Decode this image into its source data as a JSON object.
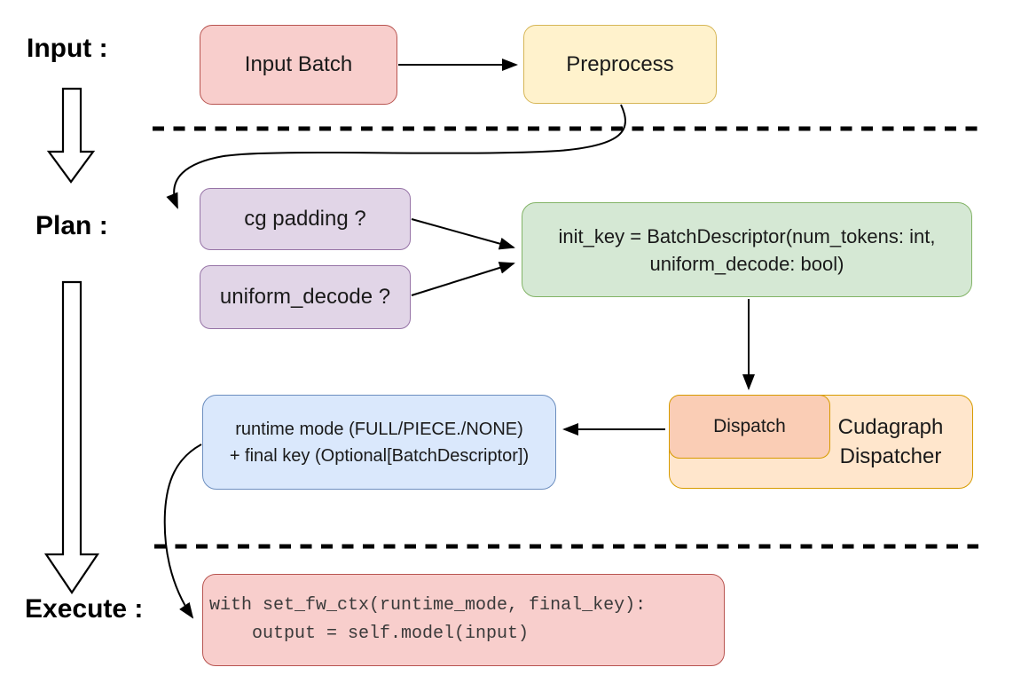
{
  "diagram": {
    "type": "flowchart",
    "stages": {
      "input_label": "Input :",
      "plan_label": "Plan :",
      "execute_label": "Execute :"
    },
    "nodes": {
      "input_batch": {
        "text": "Input Batch",
        "fill": "#F8CECC",
        "border": "#B85450"
      },
      "preprocess": {
        "text": "Preprocess",
        "fill": "#FFF2CC",
        "border": "#D6B656"
      },
      "cg_padding": {
        "text": "cg padding ?",
        "fill": "#E1D5E7",
        "border": "#9673A6"
      },
      "uniform_decode": {
        "text": "uniform_decode ?",
        "fill": "#E1D5E7",
        "border": "#9673A6"
      },
      "init_key": {
        "line1": "init_key = BatchDescriptor(num_tokens: int,",
        "line2": "uniform_decode: bool)",
        "fill": "#D5E8D4",
        "border": "#82B366"
      },
      "dispatch": {
        "text": "Dispatch",
        "fill": "#FACDB5",
        "border": "#D79B00"
      },
      "cudagraph_dispatcher": {
        "text": "Cudagraph Dispatcher",
        "fill": "#FFE6CC",
        "border": "#D79B00"
      },
      "runtime_mode": {
        "line1": "runtime mode (FULL/PIECE./NONE)",
        "line2": "+ final key (Optional[BatchDescriptor])",
        "fill": "#DAE8FC",
        "border": "#6C8EBF"
      },
      "execute_code": {
        "line1": "with set_fw_ctx(runtime_mode, final_key):",
        "line2": "    output = self.model(input)",
        "fill": "#F8CECC",
        "border": "#B85450"
      }
    },
    "connectors": {
      "input_batch_to_preprocess": "arrow",
      "preprocess_to_cg_padding": "curved-arrow",
      "cg_padding_to_init_key": "arrow",
      "uniform_decode_to_init_key": "arrow",
      "init_key_to_dispatch": "arrow",
      "dispatch_to_runtime_mode": "arrow",
      "runtime_mode_to_execute_code": "curved-arrow",
      "input_stage_arrow": "hollow-down-arrow",
      "plan_stage_arrow": "hollow-down-arrow-long"
    },
    "separators": {
      "count": 2,
      "style": "dashed"
    }
  }
}
